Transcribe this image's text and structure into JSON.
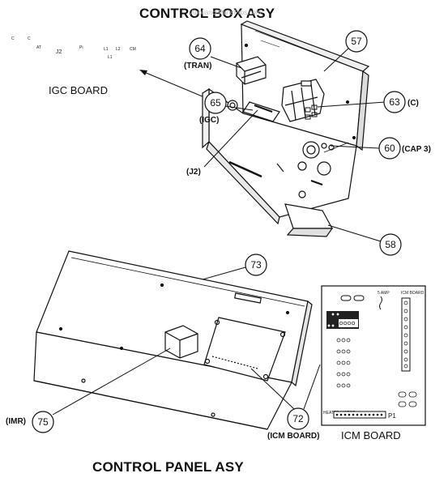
{
  "titles": {
    "control_box": "CONTROL BOX ASY",
    "control_panel": "CONTROL PANEL ASY"
  },
  "watermark": "AppliancePartsPros.com",
  "labels": {
    "igc_board": "IGC BOARD",
    "icm_board_bottom": "ICM BOARD",
    "icm_board_top": "ICM BOARD",
    "j2_small": "J2",
    "five_amp": "5 AMP",
    "p1": "P1",
    "heater_motor": "HEATER MOTOR"
  },
  "callouts": [
    {
      "id": "57",
      "text": ""
    },
    {
      "id": "64",
      "text": "(TRAN)"
    },
    {
      "id": "65",
      "text": "(IGC)"
    },
    {
      "id": "63",
      "text": "(C)"
    },
    {
      "id": "60",
      "text": "(CAP 3)"
    },
    {
      "id": "58",
      "text": ""
    },
    {
      "id": "73",
      "text": ""
    },
    {
      "id": "75",
      "text": "(IMR)"
    },
    {
      "id": "72",
      "text": "(ICM BOARD)"
    }
  ],
  "standalone_labels": {
    "j2": "(J2)"
  }
}
